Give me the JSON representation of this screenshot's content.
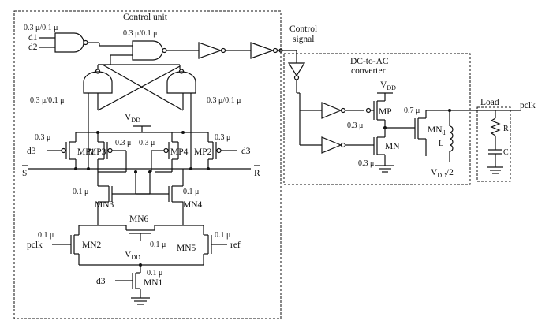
{
  "blocks": {
    "control_unit": "Control unit",
    "control_signal_line1": "Control",
    "control_signal_line2": "signal",
    "dc_ac_line1": "DC-to-AC",
    "dc_ac_line2": "converter",
    "load": "Load"
  },
  "sizes": {
    "nand_top_left": "0.3 μ/0.1 μ",
    "nand_top_mid": "0.3 μ/0.1 μ",
    "nand_latch_left": "0.3 μ/0.1 μ",
    "nand_latch_right": "0.3 μ/0.1 μ",
    "mp1": "0.3 μ",
    "mp3": "0.3 μ",
    "mp4": "0.3 μ",
    "mp2": "0.3 μ",
    "mn3": "0.1 μ",
    "mn4": "0.1 μ",
    "mn2": "0.1 μ",
    "mn5": "0.1 μ",
    "mn6": "0.1 μ",
    "mn1": "0.1 μ",
    "mp_conv": "0.3 μ",
    "mn_conv": "0.3 μ",
    "mnd": "0.7 μ"
  },
  "devices": {
    "mp1": "MP1",
    "mp3": "MP3",
    "mp4": "MP4",
    "mp2": "MP2",
    "mn3": "MN3",
    "mn4": "MN4",
    "mn6": "MN6",
    "mn2": "MN2",
    "mn5": "MN5",
    "mn1": "MN1",
    "mp": "MP",
    "mn": "MN",
    "mnd": "MN",
    "mnd_sub": "d",
    "inductor": "L",
    "resistor": "R",
    "capacitor": "C"
  },
  "signals": {
    "d1": "d1",
    "d2": "d2",
    "d3_left": "d3",
    "d3_right": "d3",
    "d3_bottom": "d3",
    "s_bar": "S",
    "r_bar": "R",
    "pclk_left": "pclk",
    "ref": "ref",
    "pclk_out": "pclk",
    "vdd": "V",
    "vdd_sub": "DD",
    "vdd_half": "V",
    "vdd_half_sub": "DD",
    "vdd_half_suffix": "/2"
  }
}
